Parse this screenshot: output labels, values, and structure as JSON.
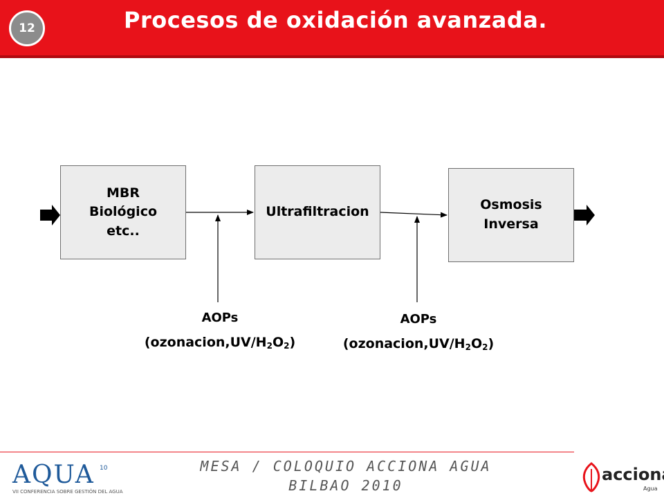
{
  "header": {
    "slide_number": "12",
    "title": "Procesos de oxidación avanzada."
  },
  "diagram": {
    "boxes": [
      {
        "lines": [
          "MBR",
          "Biológico",
          "etc.."
        ]
      },
      {
        "lines": [
          "Ultrafiltracion"
        ]
      },
      {
        "lines": [
          "Osmosis",
          "Inversa"
        ]
      }
    ],
    "aops": [
      {
        "label": "AOPs",
        "formula_prefix": "(ozonacion,UV/H",
        "sub1": "2",
        "mid": "O",
        "sub2": "2",
        "suffix": ")"
      },
      {
        "label": "AOPs",
        "formula_prefix": "(ozonacion,UV/H",
        "sub1": "2",
        "mid": "O",
        "sub2": "2",
        "suffix": ")"
      }
    ]
  },
  "footer": {
    "line1": "MESA / COLOQUIO ACCIONA AGUA",
    "line2": "BILBAO 2010",
    "aqua_logo": {
      "word": "AQUA",
      "sup": "10",
      "sub": "VII CONFERENCIA SOBRE GESTIÓN DEL AGUA"
    },
    "acciona_logo": {
      "word": "acciona",
      "sub": "Agua"
    }
  },
  "colors": {
    "header": "#e8121a",
    "box_fill": "#ececec",
    "aqua_blue": "#1f5a9a"
  }
}
